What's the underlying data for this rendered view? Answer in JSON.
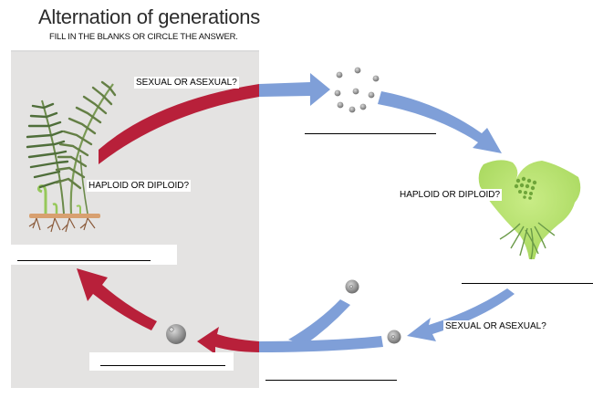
{
  "header": {
    "title": "Alternation of generations",
    "subtitle": "FILL IN THE BLANKS OR CIRCLE THE ANSWER."
  },
  "labels": {
    "sporophyte_reproduction": "SEXUAL OR ASEXUAL?",
    "sporophyte_ploidy": "HAPLOID OR DIPLOID?",
    "gametophyte_ploidy": "HAPLOID OR DIPLOID?",
    "gametophyte_reproduction": "SEXUAL OR ASEXUAL?"
  },
  "blanks": {
    "sporophyte_name": "",
    "spores_name": "",
    "gametophyte_name": "",
    "gametes_name": "",
    "zygote_name": ""
  },
  "colors": {
    "diploid_arrow": "#b8203a",
    "haploid_arrow": "#7f9fd8",
    "diploid_panel": "#e4e3e2",
    "gametophyte_green": "#b7e26a",
    "cell_gray": "#8d8d8d"
  }
}
